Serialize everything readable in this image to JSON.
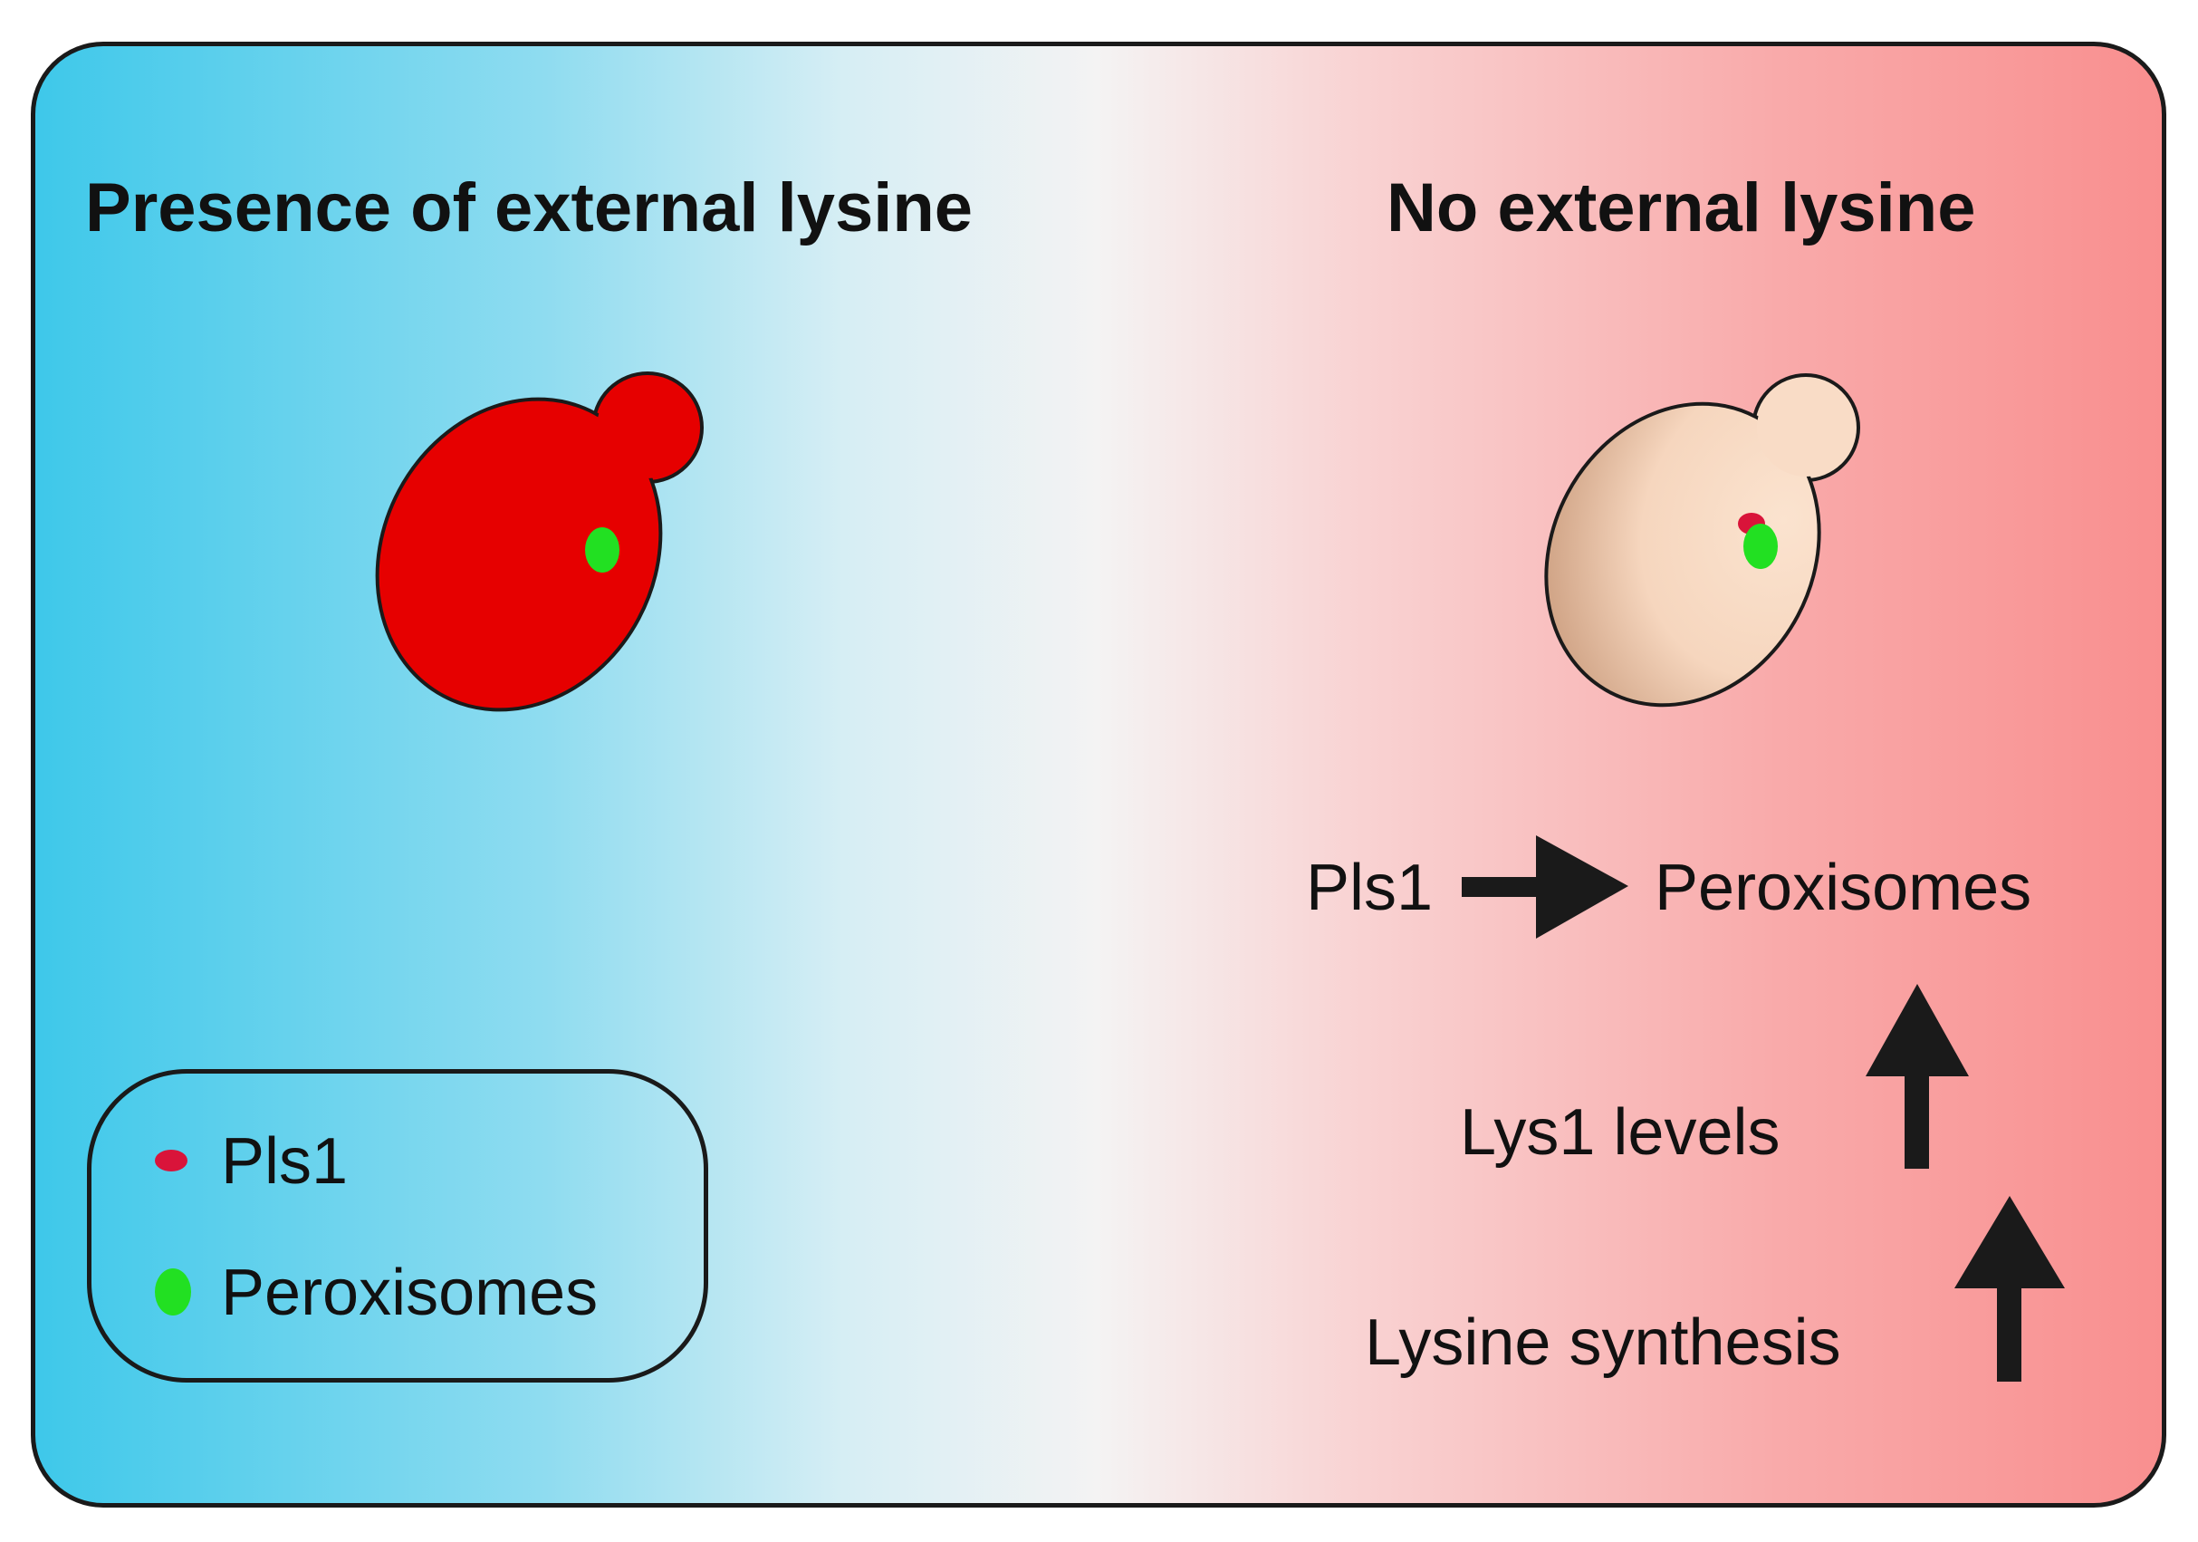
{
  "left_panel": {
    "heading": "Presence of external lysine"
  },
  "right_panel": {
    "heading": "No external lysine",
    "pathway": {
      "source": "Pls1",
      "target": "Peroxisomes",
      "lys1": "Lys1 levels",
      "synthesis": "Lysine synthesis"
    }
  },
  "legend": {
    "items": [
      {
        "label": "Pls1",
        "color": "#d9143a"
      },
      {
        "label": "Peroxisomes",
        "color": "#22e022"
      }
    ]
  },
  "colors": {
    "cell_with_lysine": "#e60000",
    "cell_without_lysine": "#f9dcc6",
    "outline": "#1a1a1a",
    "arrow": "#1a1a1a"
  }
}
